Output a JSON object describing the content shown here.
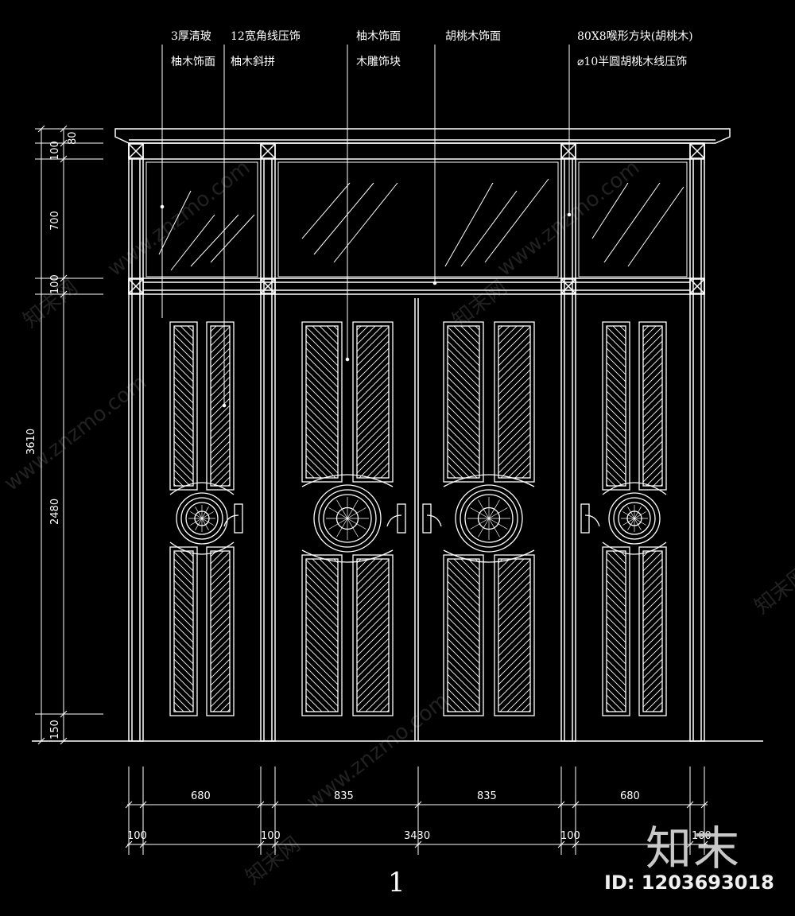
{
  "callouts": [
    {
      "line1": "3厚清玻",
      "line2": "柚木饰面"
    },
    {
      "line1": "12宽角线压饰",
      "line2": "柚木斜拼"
    },
    {
      "line1": "柚木饰面",
      "line2": "木雕饰块"
    },
    {
      "line1": "胡桃木饰面",
      "line2": ""
    },
    {
      "line1": "80X8喉形方块(胡桃木)",
      "line2": "⌀10半圆胡桃木线压饰"
    }
  ],
  "vertical_dims": {
    "total": "3610",
    "segments": [
      "80",
      "100",
      "700",
      "100",
      "2480",
      "150"
    ]
  },
  "horizontal_dims": {
    "row1": [
      "680",
      "835",
      "835",
      "680"
    ],
    "row2": [
      "100",
      "100",
      "3430",
      "100",
      "100"
    ]
  },
  "drawing_number": "1",
  "watermark": {
    "logo": "知末",
    "id_text": "ID: 1203693018",
    "site": "www.znzmo.com",
    "cn": "知末网"
  },
  "colors": {
    "background": "#000000",
    "line": "#ffffff"
  }
}
